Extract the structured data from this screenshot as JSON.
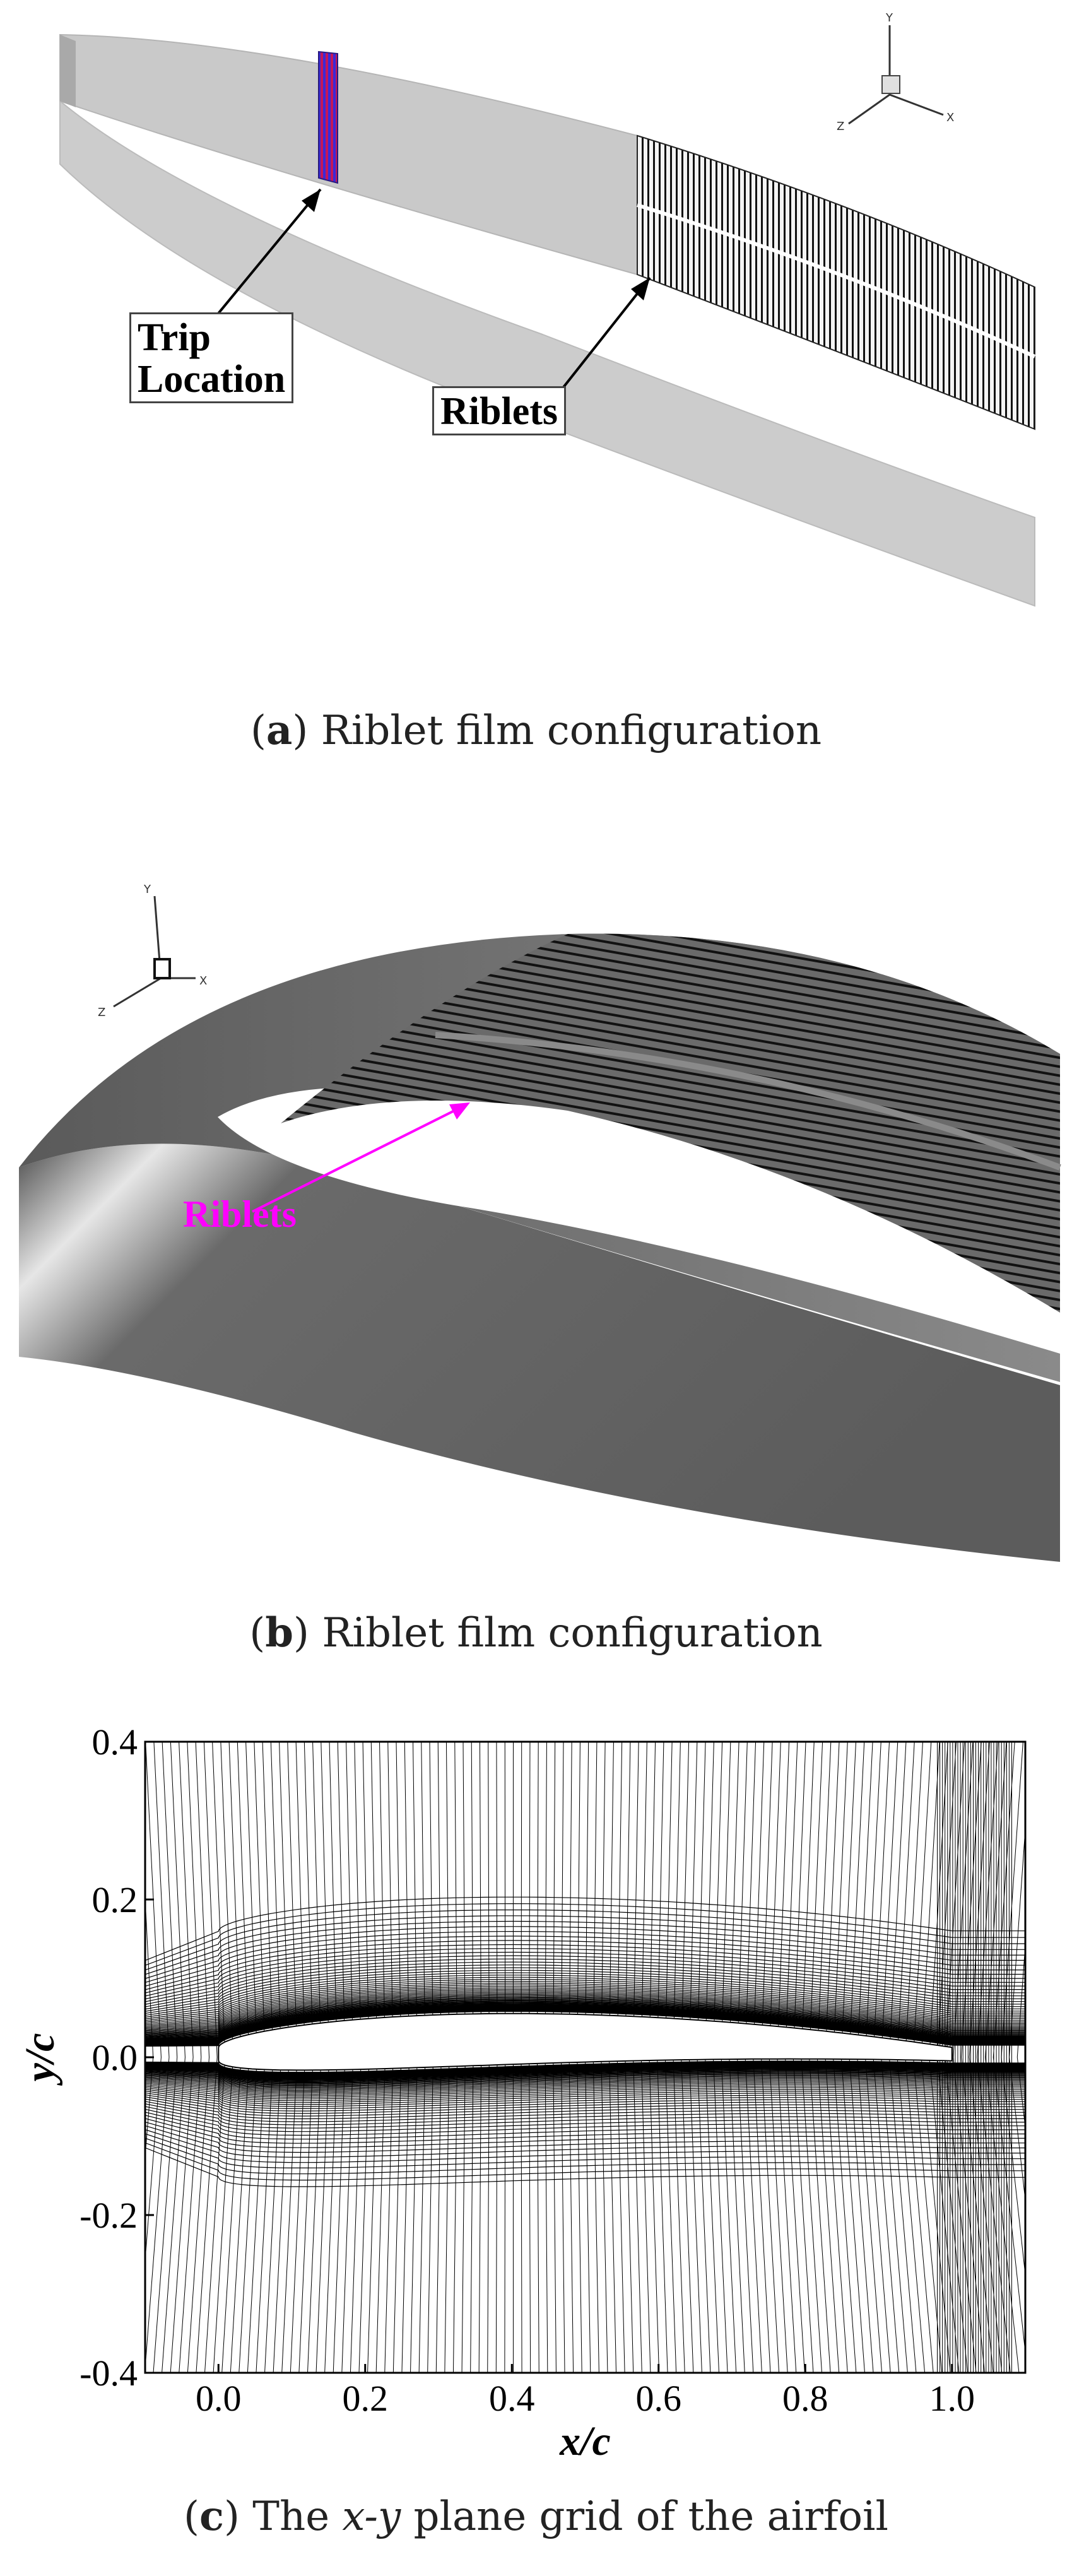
{
  "panel_a": {
    "callouts": [
      {
        "name": "trip-location-label",
        "text": "Trip\nLocation"
      },
      {
        "name": "riblets-label",
        "text": "Riblets"
      }
    ],
    "triad": {
      "y": "Y",
      "x": "X",
      "z": "Z"
    },
    "caption_letter": "a",
    "caption_text": "Riblet film configuration",
    "colors": {
      "surface": "#c8c8c8",
      "trip": "#5a2ad0",
      "riblet_lines": "#111111"
    }
  },
  "panel_b": {
    "callout": "Riblets",
    "triad": {
      "y": "Y",
      "x": "X",
      "z": "Z"
    },
    "caption_letter": "b",
    "caption_text": "Riblet film configuration",
    "colors": {
      "label": "#ff00ff",
      "surface_dark": "#5a5a5a",
      "surface_light": "#d8d8d8"
    }
  },
  "panel_c": {
    "caption_letter": "c",
    "caption_pre": "The ",
    "caption_var": "x-y",
    "caption_post": " plane grid of the airfoil",
    "chart_data": {
      "type": "grid",
      "xlabel": "x/c",
      "ylabel": "y/c",
      "xlim": [
        -0.1,
        1.1
      ],
      "ylim": [
        -0.4,
        0.4
      ],
      "xticks": [
        "0.0",
        "0.2",
        "0.4",
        "0.6",
        "0.8",
        "1.0"
      ],
      "xtick_values": [
        0.0,
        0.2,
        0.4,
        0.6,
        0.8,
        1.0
      ],
      "yticks": [
        "0.4",
        "0.2",
        "0.0",
        "-0.2",
        "-0.4"
      ],
      "ytick_values": [
        0.4,
        0.2,
        0.0,
        -0.2,
        -0.4
      ]
    }
  }
}
